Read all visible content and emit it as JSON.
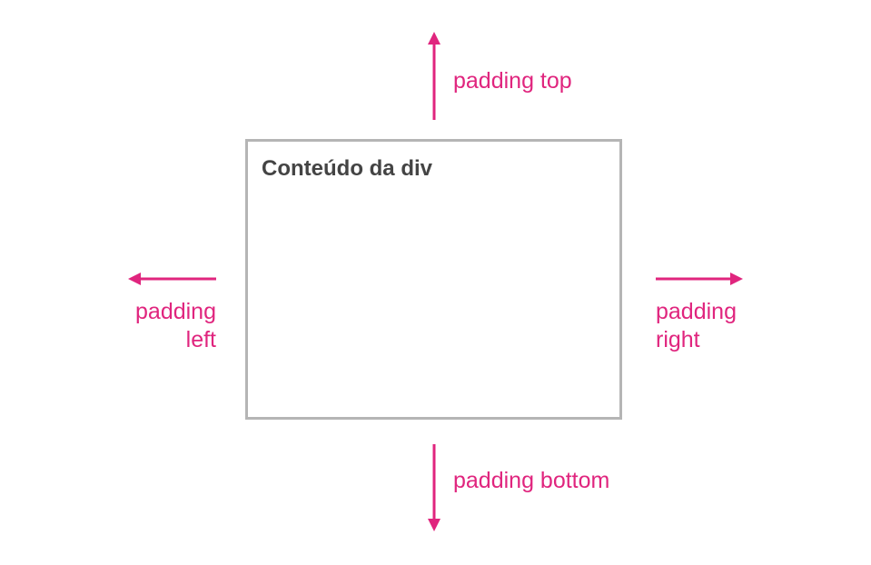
{
  "colors": {
    "accent": "#e0257e",
    "box_border": "#b5b5b5",
    "title_text": "#444444"
  },
  "box": {
    "title": "Conteúdo da div"
  },
  "labels": {
    "top": "padding top",
    "bottom": "padding bottom",
    "left_line1": "padding",
    "left_line2": "left",
    "right_line1": "padding",
    "right_line2": "right"
  }
}
